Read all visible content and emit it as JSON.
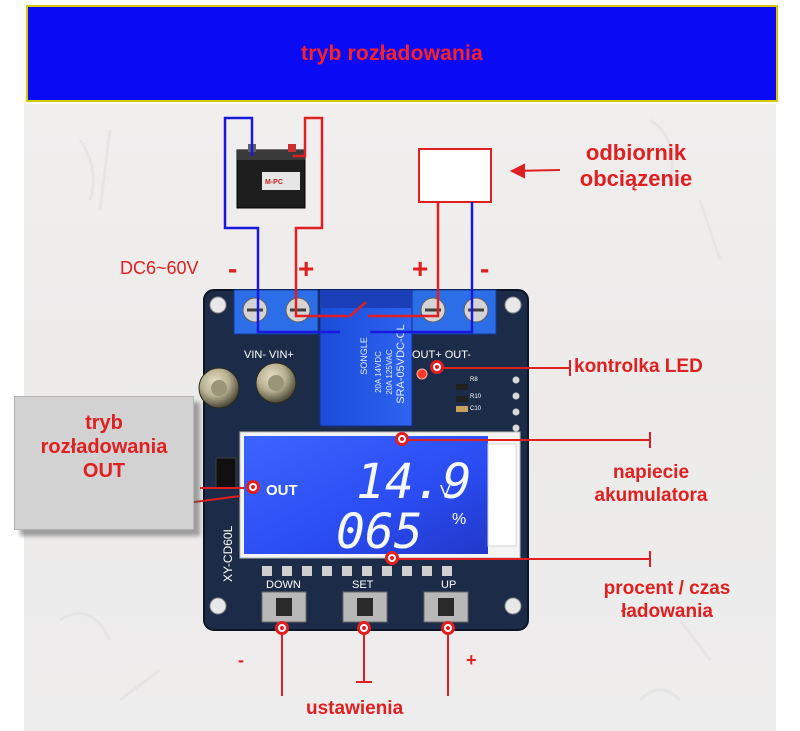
{
  "title": "tryb rozładowania",
  "labels": {
    "load": "odbiornik\nobciązenie",
    "led": "kontrolka LED",
    "voltage": "napiecie\nakumulatora",
    "percent": "procent / czas\nładowania",
    "settings": "ustawienia",
    "mode_out": "tryb\nrozładowania\nOUT",
    "input_range": "DC6~60V"
  },
  "signs": {
    "vin_minus": "-",
    "vin_plus": "+",
    "out_plus": "+",
    "out_minus": "-",
    "down_sign": "-",
    "up_sign": "+"
  },
  "board": {
    "terminals": "VIN- VIN+",
    "out_terminals": "OUT+ OUT-",
    "model": "XY-CD60L",
    "relay_text": "SRA-05VDC-CL",
    "relay_spec1": "20A 14VDC",
    "relay_spec2": "20A 125VAC",
    "relay_brand": "SONGLE",
    "lcd_out": "OUT",
    "lcd_voltage": "14.9",
    "lcd_voltage_unit": "V",
    "lcd_percent": "065",
    "lcd_percent_unit": "%",
    "btn_down": "DOWN",
    "btn_set": "SET",
    "btn_up": "UP",
    "r8": "R8",
    "r10": "R10",
    "c10": "C10"
  },
  "colors": {
    "banner_bg": "#0a0af5",
    "banner_border": "#d8c800",
    "accent_red": "#e02020",
    "wire_blue": "#1818e0",
    "pcb_blue": "#1c2c48",
    "lcd_blue": "#2a4cff"
  },
  "battery": {
    "label": "M-PC"
  }
}
